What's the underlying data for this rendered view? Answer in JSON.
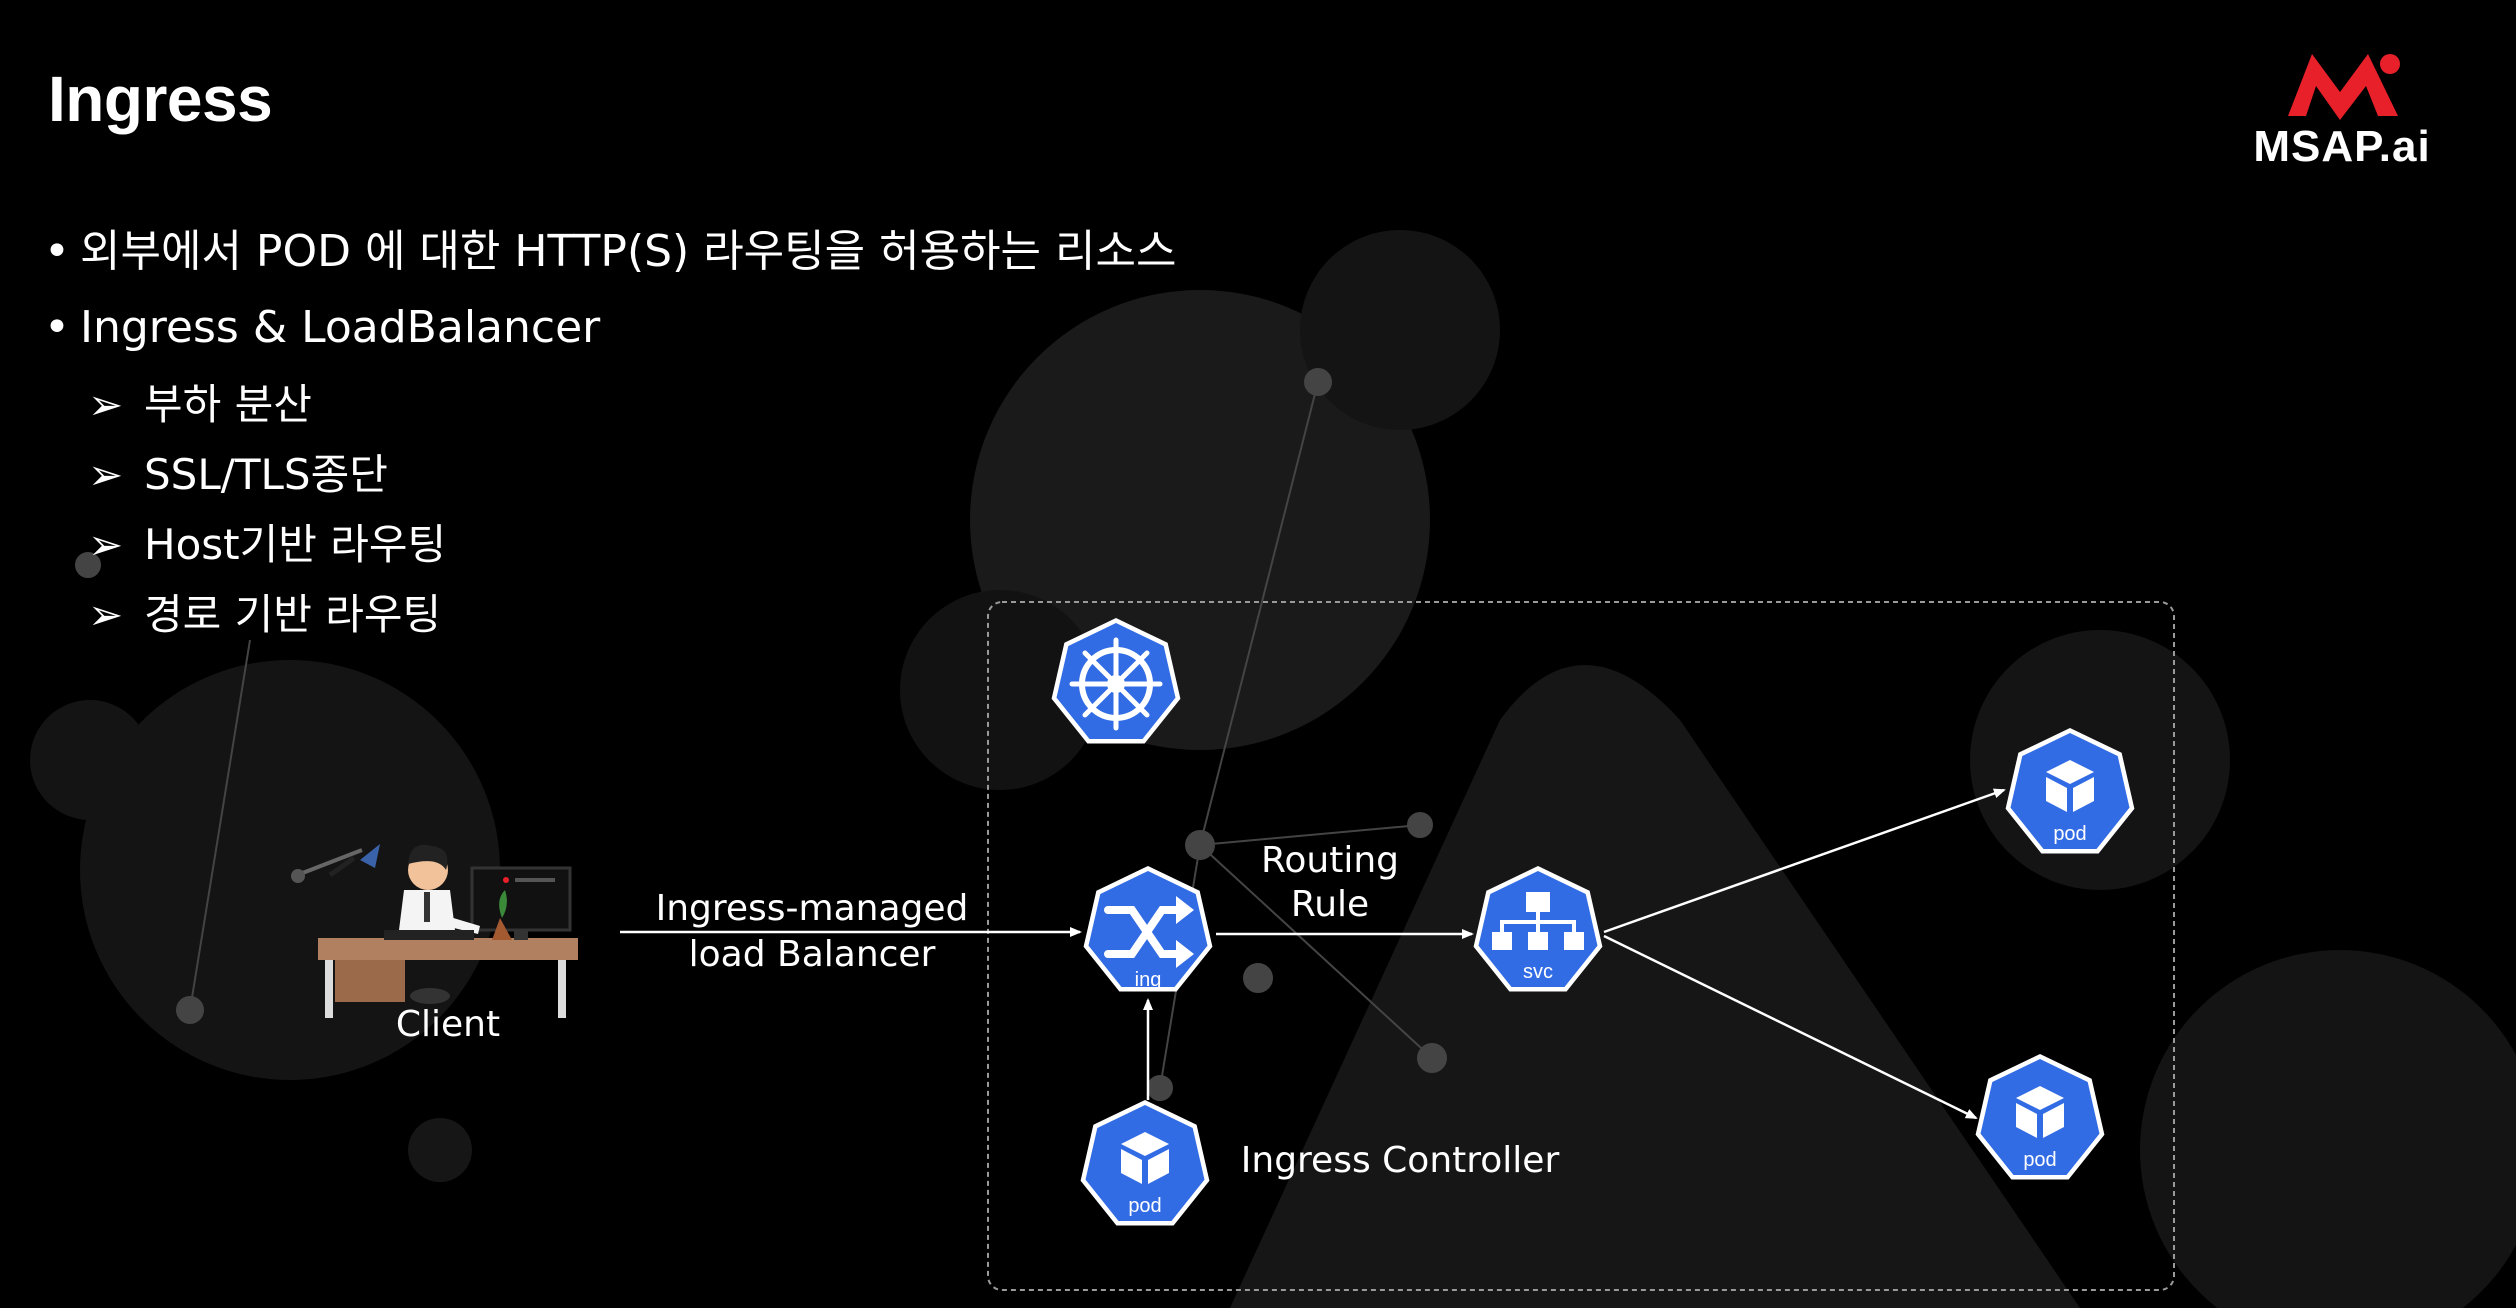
{
  "title": "Ingress",
  "logo": {
    "text": "MSAP.ai",
    "accent": "#e8202a"
  },
  "bullets": [
    "외부에서 POD 에 대한 HTTP(S) 라우팅을 허용하는 리소스",
    "Ingress & LoadBalancer"
  ],
  "sub_bullets": [
    "부하 분산",
    "SSL/TLS종단",
    "Host기반 라우팅",
    "경로 기반 라우팅"
  ],
  "diagram": {
    "client_label": "Client",
    "lb_label_1": "Ingress-managed",
    "lb_label_2": "load Balancer",
    "routing_1": "Routing",
    "routing_2": "Rule",
    "controller_label": "Ingress Controller",
    "ing_tag": "ing",
    "svc_tag": "svc",
    "pod_tag": "pod",
    "k8s_blue": "#326ce5"
  }
}
